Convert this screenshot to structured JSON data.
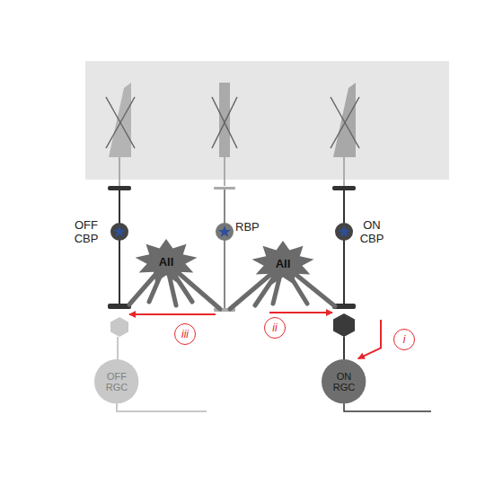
{
  "diagram": {
    "nodes": [
      {
        "text": [
          "OFF CBP"
        ]
      },
      {
        "text": [
          "RBP"
        ]
      },
      {
        "text": [
          "ON CBP"
        ]
      },
      {
        "text": [
          "AII"
        ]
      },
      {
        "text": [
          "AII"
        ]
      },
      {
        "text": [
          "OFF RGC"
        ]
      },
      {
        "text": [
          "ON RGC"
        ]
      }
    ],
    "edges": [
      {
        "from": 2,
        "to": 6,
        "arrow": "to",
        "label": "i"
      },
      {
        "from": 1,
        "to": 2,
        "arrow": "to",
        "label": "ii"
      },
      {
        "from": 1,
        "to": 0,
        "arrow": "to",
        "label": "iii"
      }
    ]
  }
}
